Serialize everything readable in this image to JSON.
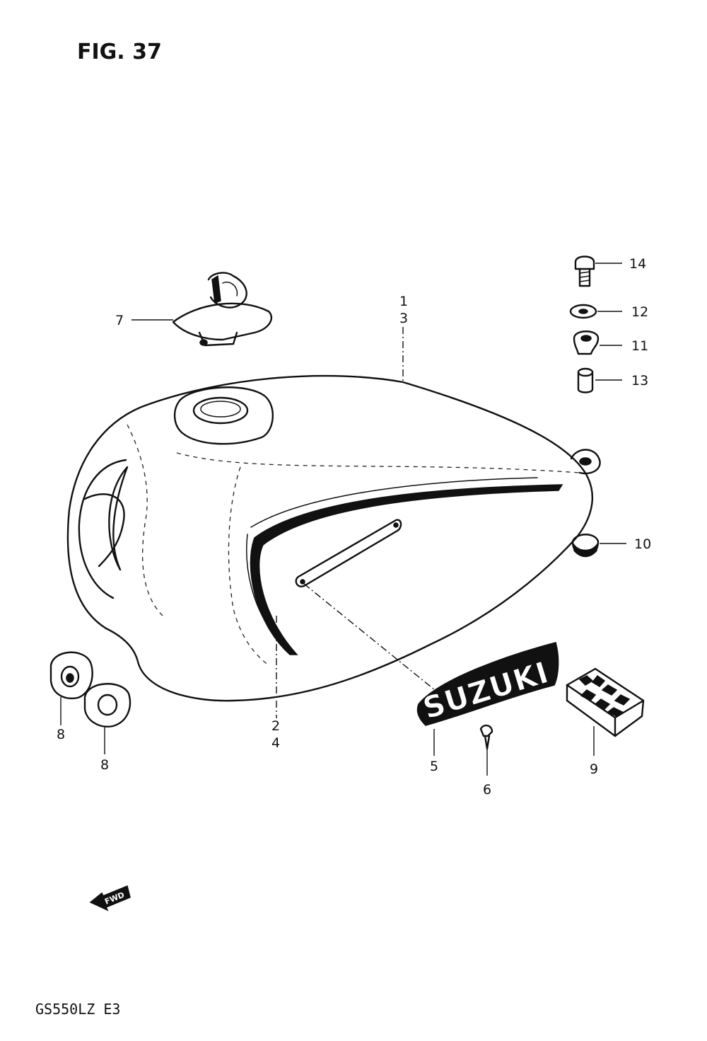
{
  "figure": {
    "title": "FIG. 37",
    "model_code": "GS550LZ  E3",
    "direction_label": "FWD",
    "emblem_text": "SUZUKI"
  },
  "callouts": [
    "1",
    "3",
    "2",
    "4",
    "5",
    "6",
    "7",
    "8",
    "8",
    "9",
    "10",
    "11",
    "12",
    "13",
    "14"
  ]
}
